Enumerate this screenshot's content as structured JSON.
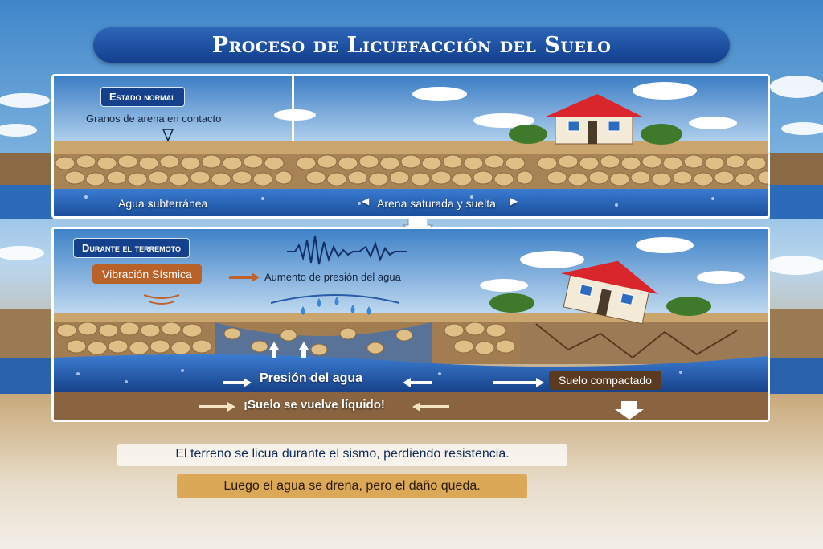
{
  "title": "Proceso de Licuefacción del Suelo",
  "panel_top": {
    "tag": "Estado normal",
    "grains_label": "Granos de arena en contacto",
    "water_label": "Agua subterránea",
    "saturated_label": "Arena saturada y suelta"
  },
  "panel_bottom": {
    "tag": "Durante el terremoto",
    "vibration_label": "Vibración Sísmica",
    "pressure_increase_label": "Aumento de presión del agua",
    "water_pressure_label": "Presión del agua",
    "compacted_label": "Suelo compactado",
    "liquid_label": "¡Suelo se vuelve líquido!"
  },
  "captions": {
    "line1": "El terreno se licua durante el sismo, perdiendo resistencia.",
    "line2": "Luego el agua se drena, pero el daño queda."
  },
  "colors": {
    "title_bg": "#15408c",
    "vibration_pill": "#b8622a",
    "compacted_pill": "#5b3a22",
    "water": "#2a64b4",
    "roof": "#d9262c",
    "wall": "#f4ead8"
  }
}
